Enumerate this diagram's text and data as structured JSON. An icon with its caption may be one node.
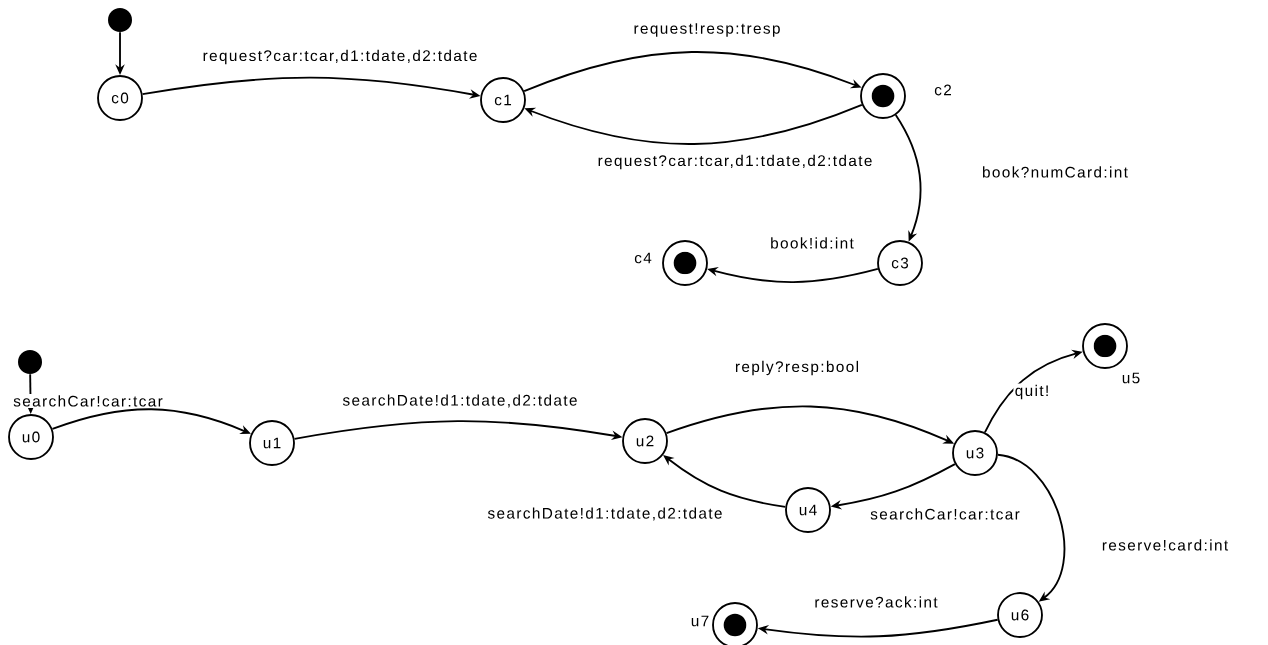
{
  "diagram": {
    "nodes": [
      {
        "text": [],
        "shape": "dot"
      },
      {
        "text": [
          "c0"
        ]
      },
      {
        "text": [
          "c1"
        ]
      },
      {
        "text": [],
        "shape": "circle",
        "beside": [
          "c2"
        ]
      },
      {
        "text": [],
        "shape": "circle",
        "beside": [
          "c4"
        ]
      },
      {
        "text": [
          "c3"
        ]
      },
      {
        "text": [],
        "shape": "dot"
      },
      {
        "text": [
          "u0"
        ]
      },
      {
        "text": [
          "u1"
        ]
      },
      {
        "text": [
          "u2"
        ]
      },
      {
        "text": [
          "u3"
        ]
      },
      {
        "text": [],
        "shape": "circle",
        "beside": [
          "u5"
        ]
      },
      {
        "text": [
          "u4"
        ]
      },
      {
        "text": [],
        "shape": "circle",
        "beside": [
          "u7"
        ]
      },
      {
        "text": [
          "u6"
        ]
      }
    ],
    "edges": [
      {
        "from": 0,
        "to": 1,
        "arrow": "to"
      },
      {
        "from": 1,
        "to": 2,
        "arrow": "to",
        "label": "request?car:tcar,d1:tdate,d2:tdate"
      },
      {
        "from": 2,
        "to": 3,
        "arrow": "to",
        "label": "request!resp:tresp"
      },
      {
        "from": 3,
        "to": 2,
        "arrow": "to",
        "label": "request?car:tcar,d1:tdate,d2:tdate"
      },
      {
        "from": 3,
        "to": 5,
        "arrow": "to",
        "label": "book?numCard:int"
      },
      {
        "from": 5,
        "to": 4,
        "arrow": "to",
        "label": "book!id:int"
      },
      {
        "from": 6,
        "to": 7,
        "arrow": "to"
      },
      {
        "from": 7,
        "to": 8,
        "arrow": "to",
        "label": "searchCar!car:tcar"
      },
      {
        "from": 8,
        "to": 9,
        "arrow": "to",
        "label": "searchDate!d1:tdate,d2:tdate"
      },
      {
        "from": 9,
        "to": 10,
        "arrow": "to",
        "label": "reply?resp:bool"
      },
      {
        "from": 10,
        "to": 11,
        "arrow": "to",
        "label": "quit!"
      },
      {
        "from": 10,
        "to": 12,
        "arrow": "to",
        "label": "searchCar!car:tcar"
      },
      {
        "from": 12,
        "to": 9,
        "arrow": "to",
        "label": "searchDate!d1:tdate,d2:tdate"
      },
      {
        "from": 10,
        "to": 14,
        "arrow": "to",
        "label": "reserve!card:int"
      },
      {
        "from": 14,
        "to": 13,
        "arrow": "to",
        "label": "reserve?ack:int"
      }
    ]
  }
}
